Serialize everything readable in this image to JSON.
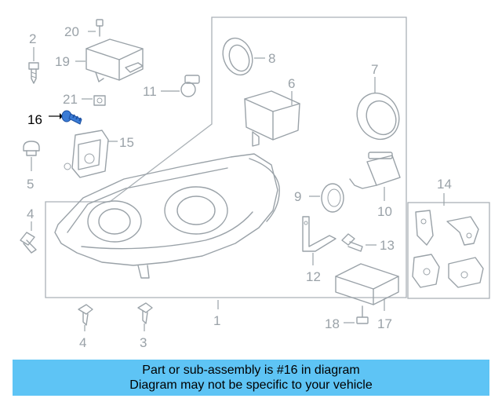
{
  "callouts": {
    "c1": "1",
    "c2": "2",
    "c3": "3",
    "c4a": "4",
    "c4b": "4",
    "c5": "5",
    "c6": "6",
    "c7": "7",
    "c8": "8",
    "c9": "9",
    "c10": "10",
    "c11": "11",
    "c12": "12",
    "c13": "13",
    "c14": "14",
    "c15": "15",
    "c16": "16",
    "c17": "17",
    "c18": "18",
    "c19": "19",
    "c20": "20",
    "c21": "21"
  },
  "highlighted_part": "16",
  "banner": {
    "line1": "Part or sub-assembly is #16 in diagram",
    "line2": "Diagram may not be specific to your vehicle"
  },
  "colors": {
    "line_art": "#9aa2a8",
    "highlight_text": "#000000",
    "highlight_part": "#3a7bd5",
    "banner_bg": "#5ec4f5"
  }
}
